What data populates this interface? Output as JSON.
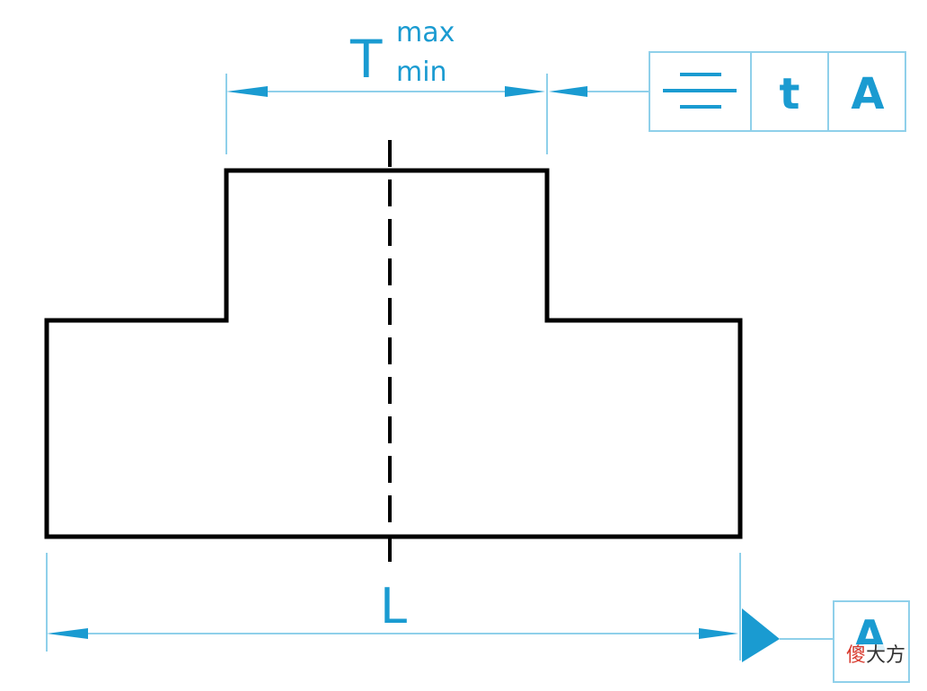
{
  "colors": {
    "dimension": "#1a9bd1",
    "dimension_line": "#8fd0ea",
    "outline": "#000000"
  },
  "width_dimension": {
    "symbol": "T",
    "upper_tolerance": "max",
    "lower_tolerance": "min"
  },
  "length_dimension": {
    "symbol": "L"
  },
  "feature_control_frame": {
    "symbol_icon": "symmetry-icon",
    "tolerance": "t",
    "datum_reference": "A"
  },
  "datum_feature": {
    "label": "A"
  },
  "watermark": {
    "char_red": "傻",
    "chars_dark": "大方"
  }
}
